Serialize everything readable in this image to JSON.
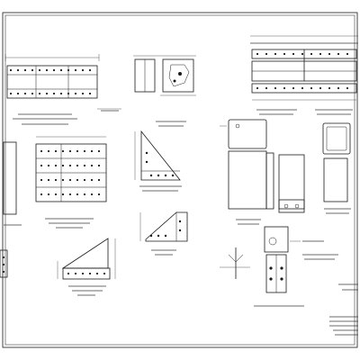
{
  "drawing": {
    "background_color": "#ffffff",
    "line_color": "#1a1a1a"
  },
  "views": [
    {
      "name": "top-left-long-plate-elevation"
    },
    {
      "name": "top-small-plate-detail"
    },
    {
      "name": "top-right-double-channel-elevation"
    },
    {
      "name": "middle-left-plate-detail"
    },
    {
      "name": "middle-gusset-triangle"
    },
    {
      "name": "middle-right-box-assembly"
    },
    {
      "name": "lower-left-small-bracket"
    },
    {
      "name": "lower-triangle-bracket"
    },
    {
      "name": "lower-center-gusset"
    },
    {
      "name": "lower-right-column-section"
    }
  ]
}
